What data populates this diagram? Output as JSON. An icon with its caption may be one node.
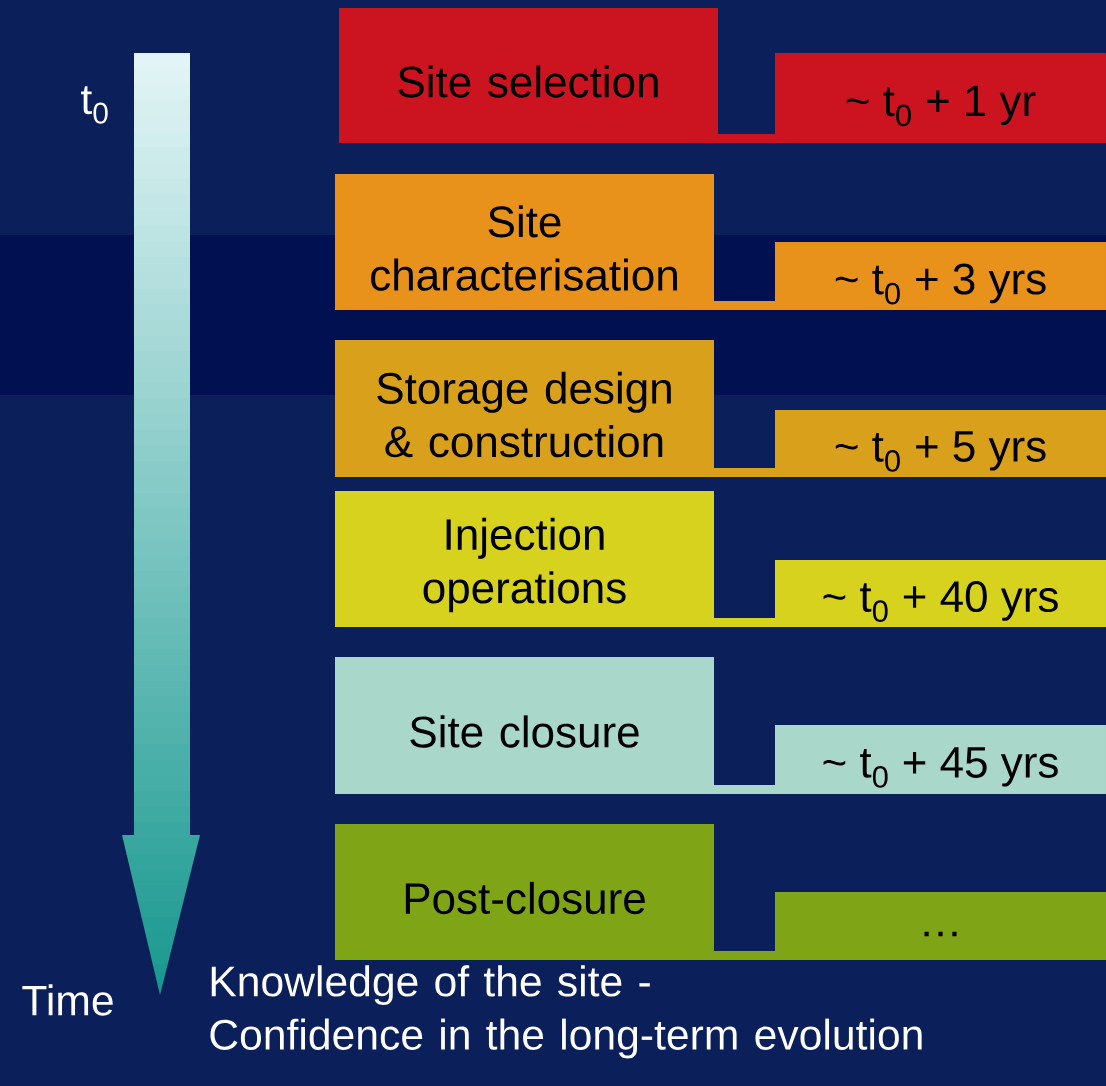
{
  "diagram": {
    "nodes": [
      {
        "text": [
          "Site selection",
          "~ t$_{0}$ + 1 yr"
        ]
      },
      {
        "text": [
          "Site characterisation",
          "~ t$_{0}$ + 3 yrs"
        ]
      },
      {
        "text": [
          "Storage design & construction",
          "~ t$_{0}$ + 5 yrs"
        ]
      },
      {
        "text": [
          "Injection operations",
          "~ t$_{0}$ + 40 yrs"
        ]
      },
      {
        "text": [
          "Site closure",
          "~ t$_{0}$ + 45 yrs"
        ]
      },
      {
        "text": [
          "Post-closure",
          "…"
        ]
      }
    ],
    "edges": [],
    "labels": [
      "t$_{0}$",
      "Time",
      "Knowledge of the site - Confidence in the long-term evolution"
    ]
  }
}
